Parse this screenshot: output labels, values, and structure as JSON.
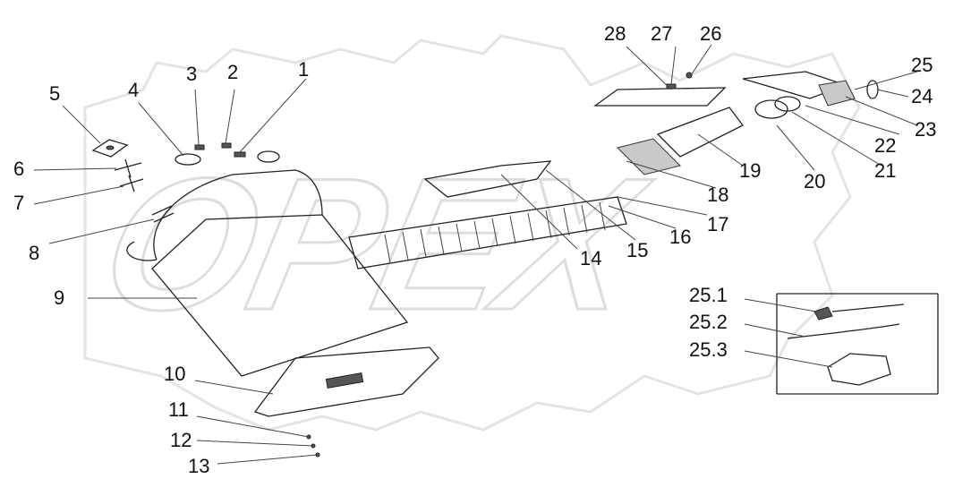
{
  "watermark": {
    "text": "OPEX"
  },
  "callouts": [
    {
      "id": "1"
    },
    {
      "id": "2"
    },
    {
      "id": "3"
    },
    {
      "id": "4"
    },
    {
      "id": "5"
    },
    {
      "id": "6"
    },
    {
      "id": "7"
    },
    {
      "id": "8"
    },
    {
      "id": "9"
    },
    {
      "id": "10"
    },
    {
      "id": "11"
    },
    {
      "id": "12"
    },
    {
      "id": "13"
    },
    {
      "id": "14"
    },
    {
      "id": "15"
    },
    {
      "id": "16"
    },
    {
      "id": "17"
    },
    {
      "id": "18"
    },
    {
      "id": "19"
    },
    {
      "id": "20"
    },
    {
      "id": "21"
    },
    {
      "id": "22"
    },
    {
      "id": "23"
    },
    {
      "id": "24"
    },
    {
      "id": "25"
    },
    {
      "id": "26"
    },
    {
      "id": "27"
    },
    {
      "id": "28"
    },
    {
      "id": "25.1"
    },
    {
      "id": "25.2"
    },
    {
      "id": "25.3"
    }
  ]
}
